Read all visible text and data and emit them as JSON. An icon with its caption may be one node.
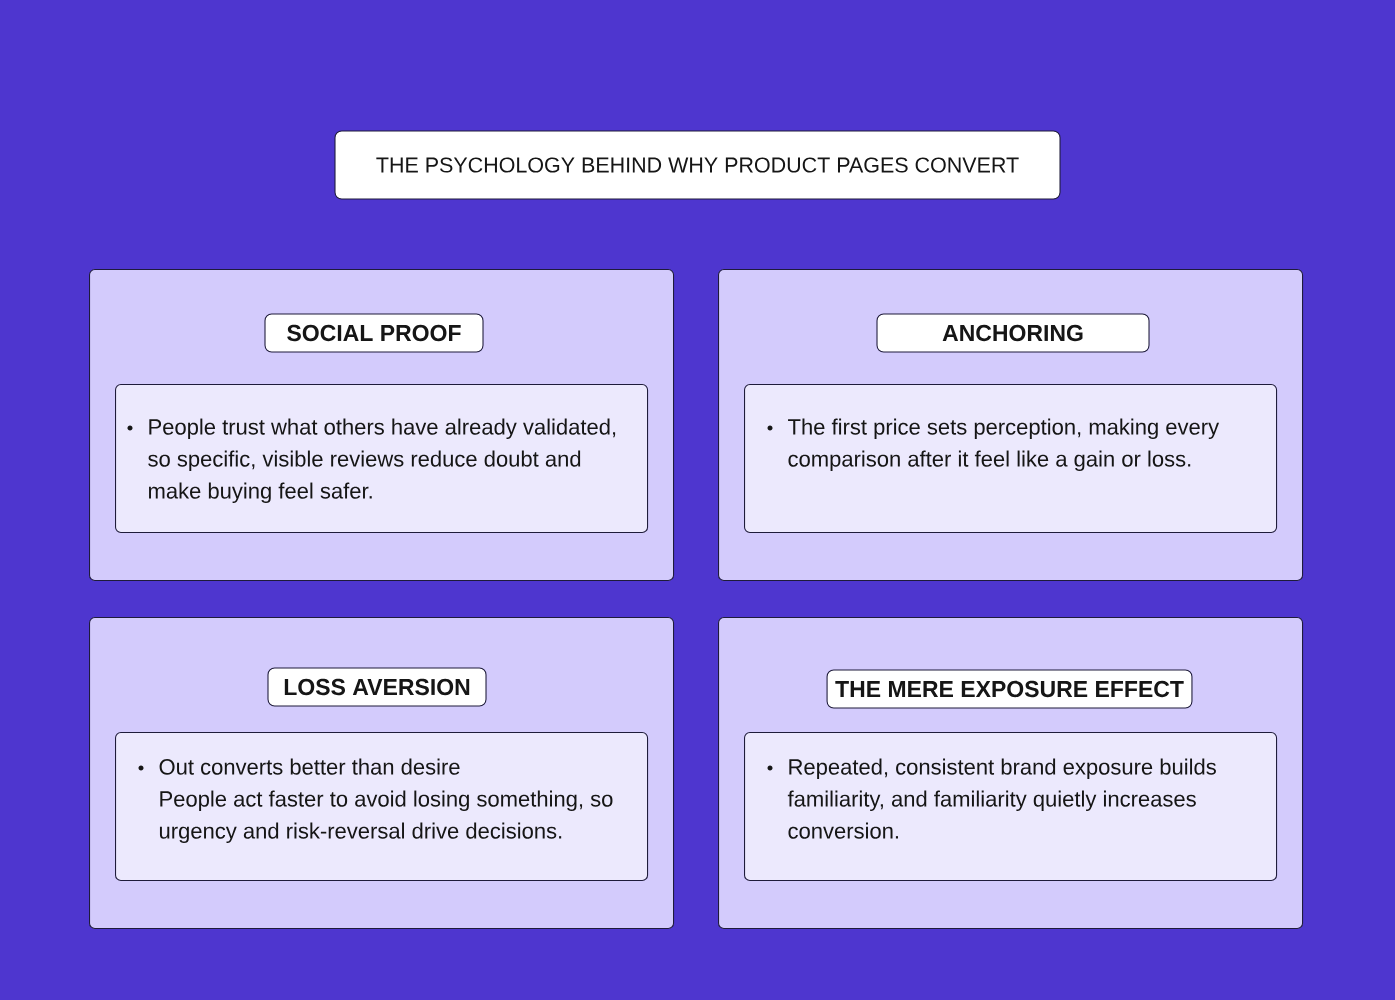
{
  "diagram": {
    "title": "THE PSYCHOLOGY BEHIND WHY PRODUCT PAGES CONVERT",
    "nodes": [
      {
        "text": [],
        "shape": "box"
      },
      {
        "text": [
          "SOCIAL PROOF"
        ],
        "in": 0
      },
      {
        "text": [
          "People trust what others have already validated, so specific, visible reviews reduce doubt and make buying feel safer."
        ],
        "in": 0
      },
      {
        "text": [],
        "shape": "box"
      },
      {
        "text": [
          "ANCHORING"
        ],
        "in": 3
      },
      {
        "text": [
          "The first price sets perception, making every comparison after it feel like a gain or loss."
        ],
        "in": 3
      },
      {
        "text": [],
        "shape": "box"
      },
      {
        "text": [
          "LOSS AVERSION"
        ],
        "in": 6
      },
      {
        "text": [
          "Out converts better than desire",
          "People act faster to avoid losing something, so urgency and risk-reversal drive decisions."
        ],
        "in": 6
      },
      {
        "text": [],
        "shape": "box"
      },
      {
        "text": [
          "THE MERE EXPOSURE EFFECT"
        ],
        "in": 9
      },
      {
        "text": [
          "Repeated, consistent brand exposure builds familiarity, and familiarity quietly increases conversion."
        ],
        "in": 9
      }
    ]
  }
}
